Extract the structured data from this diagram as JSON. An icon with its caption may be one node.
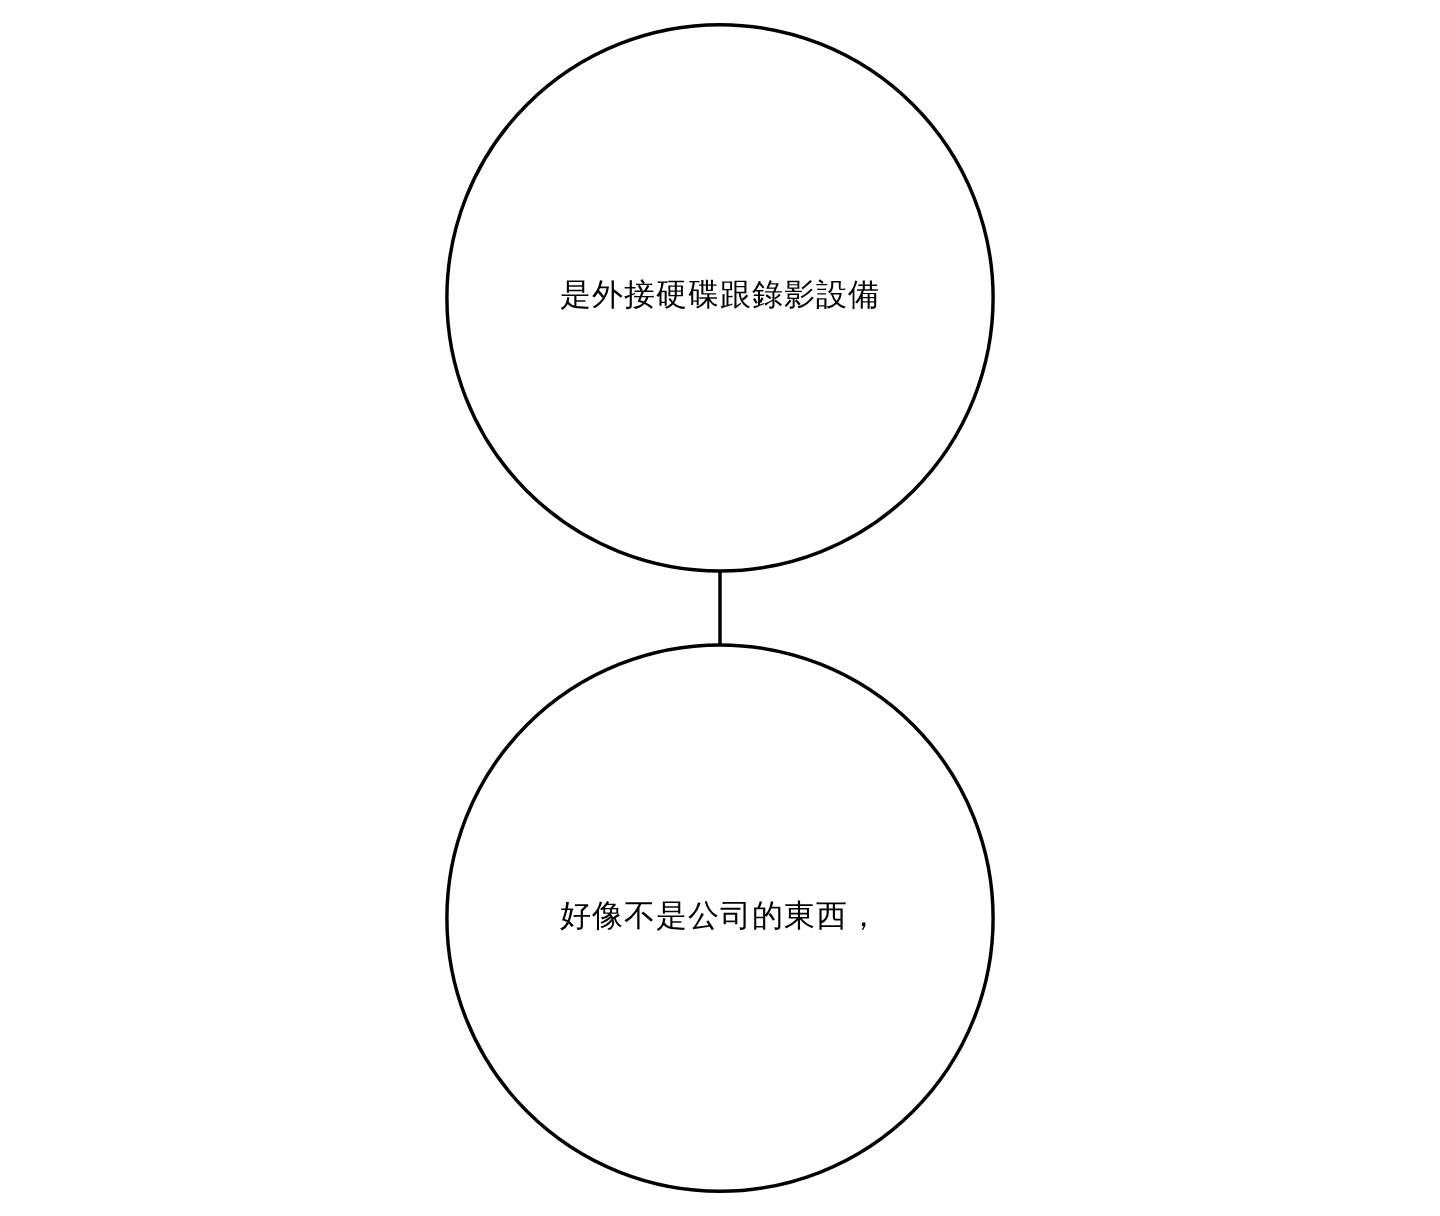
{
  "diagram": {
    "nodes": [
      {
        "text": [
          "是外接硬碟跟錄影設備"
        ]
      },
      {
        "text": [
          "好像不是公司的東西，"
        ]
      }
    ],
    "edges": [
      {
        "from": 0,
        "to": 1,
        "arrow": "none"
      }
    ]
  }
}
